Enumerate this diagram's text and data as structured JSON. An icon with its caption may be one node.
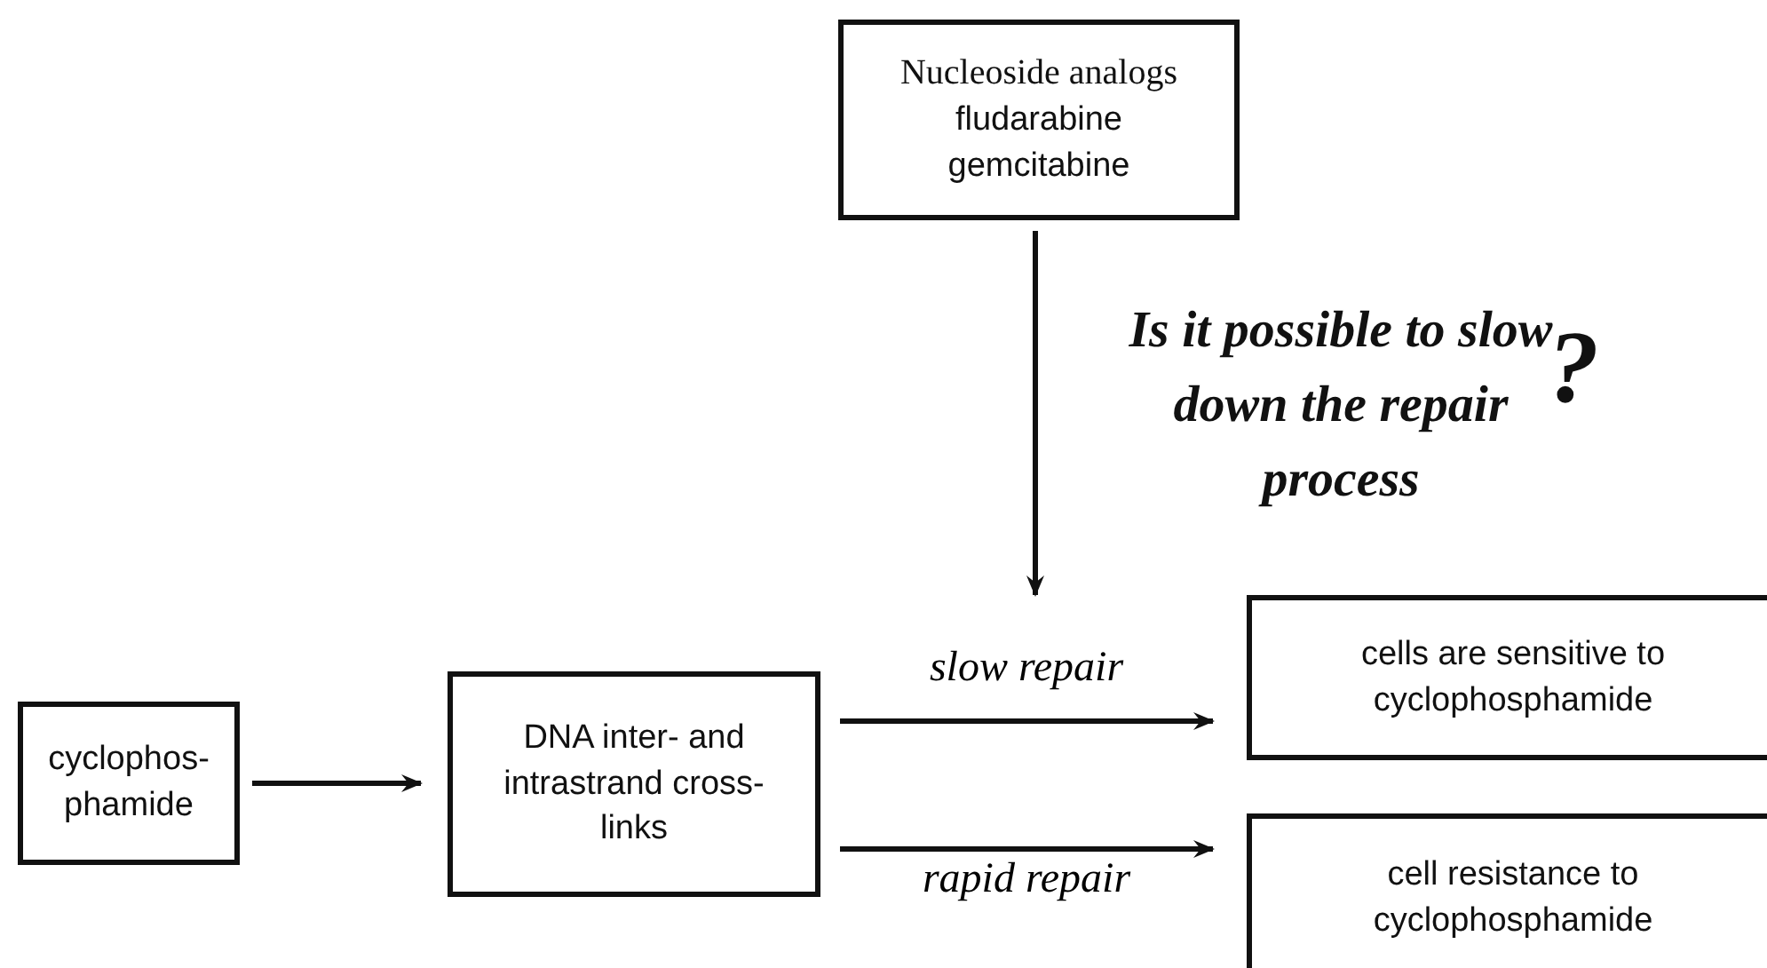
{
  "diagram": {
    "nodes": [
      {
        "text": [
          "Nucleoside analogs",
          "fludarabine gemcitabine"
        ]
      },
      {
        "text": [
          "cyclophos- phamide"
        ]
      },
      {
        "text": [
          "DNA inter- and intrastrand cross-links"
        ]
      },
      {
        "text": [
          "cells are sensitive to cyclophosphamide"
        ]
      },
      {
        "text": [
          "cell resistance to cyclophosphamide"
        ]
      }
    ],
    "edges": [
      {
        "from": 0,
        "to": null,
        "arrow": "to"
      },
      {
        "from": 1,
        "to": 2,
        "arrow": "to"
      },
      {
        "from": 2,
        "to": 3,
        "label": "slow repair",
        "arrow": "to"
      },
      {
        "from": 2,
        "to": 4,
        "label": "rapid repair",
        "arrow": "to"
      }
    ],
    "labels": [
      "Is it possible to slow down the repair process",
      "?"
    ]
  }
}
